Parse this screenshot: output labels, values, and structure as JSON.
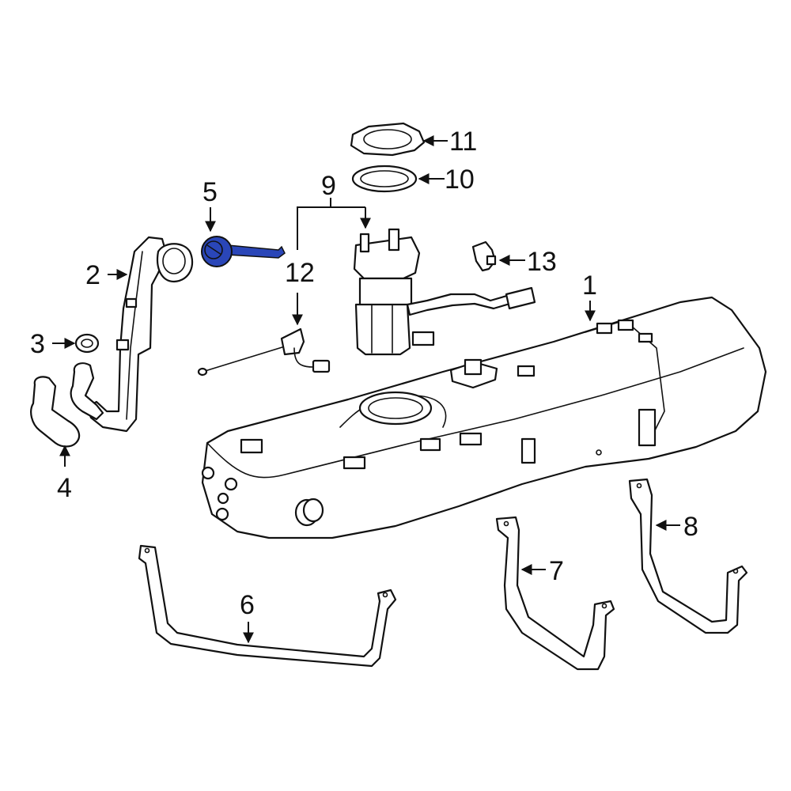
{
  "callouts": {
    "c1": "1",
    "c2": "2",
    "c3": "3",
    "c4": "4",
    "c5": "5",
    "c6": "6",
    "c7": "7",
    "c8": "8",
    "c9": "9",
    "c10": "10",
    "c11": "11",
    "c12": "12",
    "c13": "13"
  },
  "colors": {
    "highlight": "#2a46b8",
    "line": "#111111",
    "background": "#ffffff"
  }
}
